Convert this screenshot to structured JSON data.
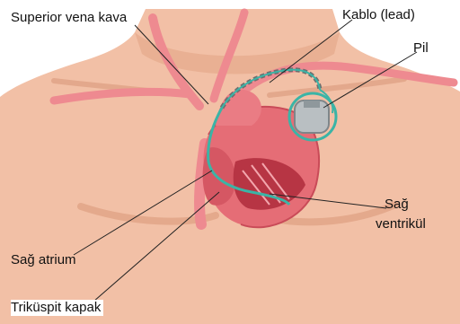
{
  "labels": {
    "superior_vena_kava": "Superior vena kava",
    "kablo": "Kablo (lead)",
    "pil": "Pil",
    "sag_ventrikul_line1": "Sağ",
    "sag_ventrikul_line2": "ventrikül",
    "sag_atrium": "Sağ atrium",
    "trikuspit_kapak": "Triküspit kapak"
  },
  "colors": {
    "skin": "#f2c0a6",
    "skin_shadow": "#e4a98c",
    "vessel": "#ee8a90",
    "heart": "#e56d76",
    "heart_dark": "#b73544",
    "lead": "#3bb4a6",
    "device": "#b9bfc2",
    "leader_line": "#222222"
  }
}
